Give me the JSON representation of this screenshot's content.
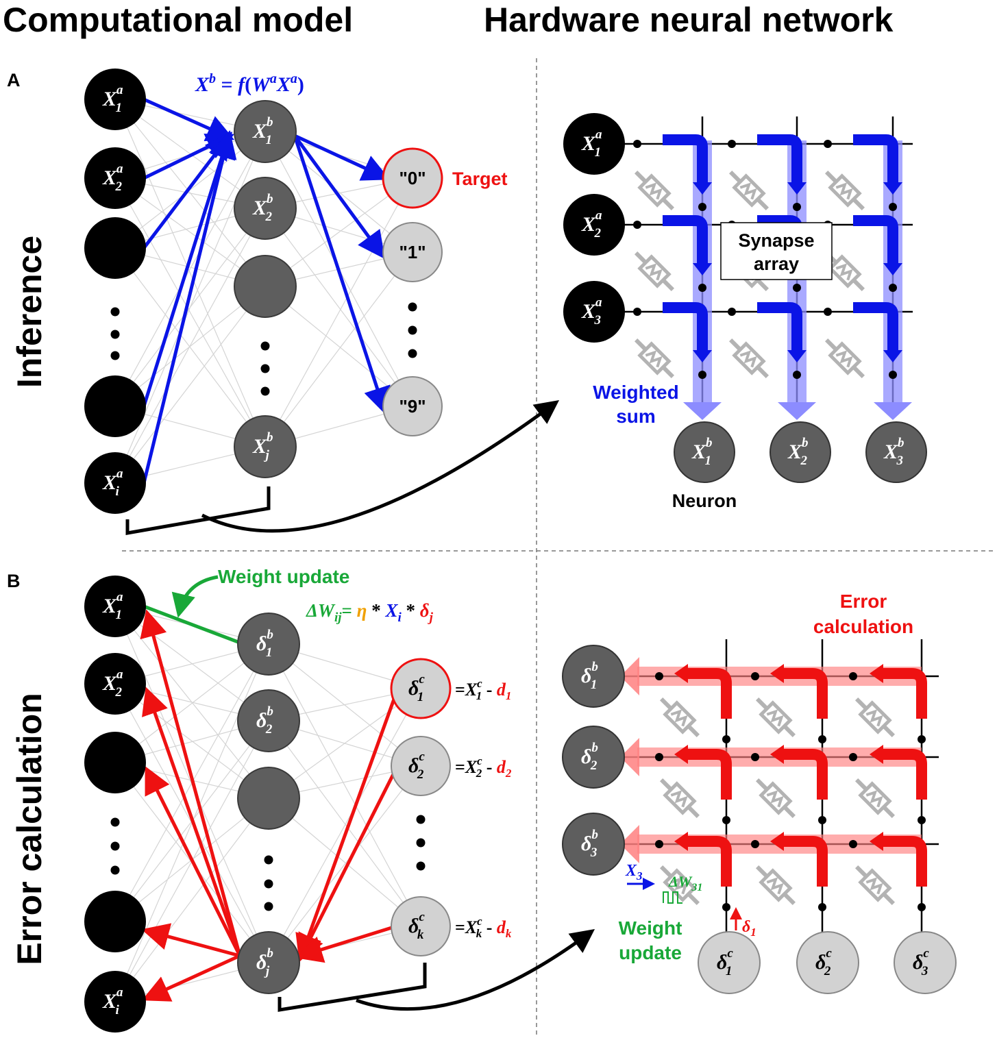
{
  "headers": {
    "left": "Computational model",
    "right": "Hardware neural network"
  },
  "side_labels": {
    "top": "Inference",
    "bottom": "Error calculation"
  },
  "panel_labels": {
    "a": "A",
    "b": "B"
  },
  "colors": {
    "blue": "#0a14e6",
    "red": "#ee1111",
    "green": "#19a838",
    "orange": "#f0a000",
    "node_black": "#000000",
    "node_dark": "#5e5e5e",
    "node_light": "#d2d2d2"
  },
  "panel_a": {
    "equation": {
      "lhs": "X",
      "lhs_sup": "b",
      "eq": " = ",
      "f": "f",
      "lp": "(",
      "w": "W",
      "w_sup": "a",
      "x": "X",
      "x_sup": "a",
      "rp": ")"
    },
    "input_nodes": [
      {
        "base": "X",
        "sub": "1",
        "sup": "a"
      },
      {
        "base": "X",
        "sub": "2",
        "sup": "a"
      },
      {
        "base": "",
        "sub": "",
        "sup": ""
      },
      {
        "base": "",
        "sub": "",
        "sup": ""
      },
      {
        "base": "X",
        "sub": "i",
        "sup": "a"
      }
    ],
    "hidden_nodes": [
      {
        "base": "X",
        "sub": "1",
        "sup": "b"
      },
      {
        "base": "X",
        "sub": "2",
        "sup": "b"
      },
      {
        "base": "",
        "sub": "",
        "sup": ""
      },
      {
        "base": "X",
        "sub": "j",
        "sup": "b"
      }
    ],
    "output_nodes": [
      {
        "label": "\"0\""
      },
      {
        "label": "\"1\""
      },
      {
        "label": "\"9\""
      }
    ],
    "target_label": "Target",
    "hw_row_nodes": [
      {
        "base": "X",
        "sub": "1",
        "sup": "a"
      },
      {
        "base": "X",
        "sub": "2",
        "sup": "a"
      },
      {
        "base": "X",
        "sub": "3",
        "sup": "a"
      }
    ],
    "hw_col_nodes": [
      {
        "base": "X",
        "sub": "1",
        "sup": "b"
      },
      {
        "base": "X",
        "sub": "2",
        "sup": "b"
      },
      {
        "base": "X",
        "sub": "3",
        "sup": "b"
      }
    ],
    "synapse_label_line1": "Synapse",
    "synapse_label_line2": "array",
    "weighted_line1": "Weighted",
    "weighted_line2": "sum",
    "neuron_label": "Neuron"
  },
  "panel_b": {
    "weight_update_label": "Weight update",
    "formula": {
      "dw": "ΔW",
      "dw_sub": "ij",
      "eq": "= ",
      "eta": "η",
      "star": " * ",
      "xi": "X",
      "xi_sub": "i",
      "delta": "δ",
      "delta_sub": "j"
    },
    "input_nodes": [
      {
        "base": "X",
        "sub": "1",
        "sup": "a"
      },
      {
        "base": "X",
        "sub": "2",
        "sup": "a"
      },
      {
        "base": "",
        "sub": "",
        "sup": ""
      },
      {
        "base": "",
        "sub": "",
        "sup": ""
      },
      {
        "base": "X",
        "sub": "i",
        "sup": "a"
      }
    ],
    "hidden_nodes": [
      {
        "base": "δ",
        "sub": "1",
        "sup": "b"
      },
      {
        "base": "δ",
        "sub": "2",
        "sup": "b"
      },
      {
        "base": "",
        "sub": "",
        "sup": ""
      },
      {
        "base": "δ",
        "sub": "j",
        "sup": "b"
      }
    ],
    "output_nodes": [
      {
        "base": "δ",
        "sub": "1",
        "sup": "c"
      },
      {
        "base": "δ",
        "sub": "2",
        "sup": "c"
      },
      {
        "base": "δ",
        "sub": "k",
        "sup": "c"
      }
    ],
    "output_eqs": [
      {
        "eq": "=",
        "x": "X",
        "sub": "1",
        "sup": "c",
        "minus": " - ",
        "d": "d",
        "dsub": "1"
      },
      {
        "eq": "=",
        "x": "X",
        "sub": "2",
        "sup": "c",
        "minus": " - ",
        "d": "d",
        "dsub": "2"
      },
      {
        "eq": "=",
        "x": "X",
        "sub": "k",
        "sup": "c",
        "minus": " - ",
        "d": "d",
        "dsub": "k"
      }
    ],
    "error_calc_line1": "Error",
    "error_calc_line2": "calculation",
    "hw_row_nodes": [
      {
        "base": "δ",
        "sub": "1",
        "sup": "b"
      },
      {
        "base": "δ",
        "sub": "2",
        "sup": "b"
      },
      {
        "base": "δ",
        "sub": "3",
        "sup": "b"
      }
    ],
    "hw_col_nodes": [
      {
        "base": "δ",
        "sub": "1",
        "sup": "c"
      },
      {
        "base": "δ",
        "sub": "2",
        "sup": "c"
      },
      {
        "base": "δ",
        "sub": "3",
        "sup": "c"
      }
    ],
    "x3": {
      "base": "X",
      "sub": "3"
    },
    "dw31": {
      "base": "ΔW",
      "sub": "31"
    },
    "delta1": {
      "base": "δ",
      "sub": "1"
    },
    "wu_line1": "Weight",
    "wu_line2": "update"
  }
}
